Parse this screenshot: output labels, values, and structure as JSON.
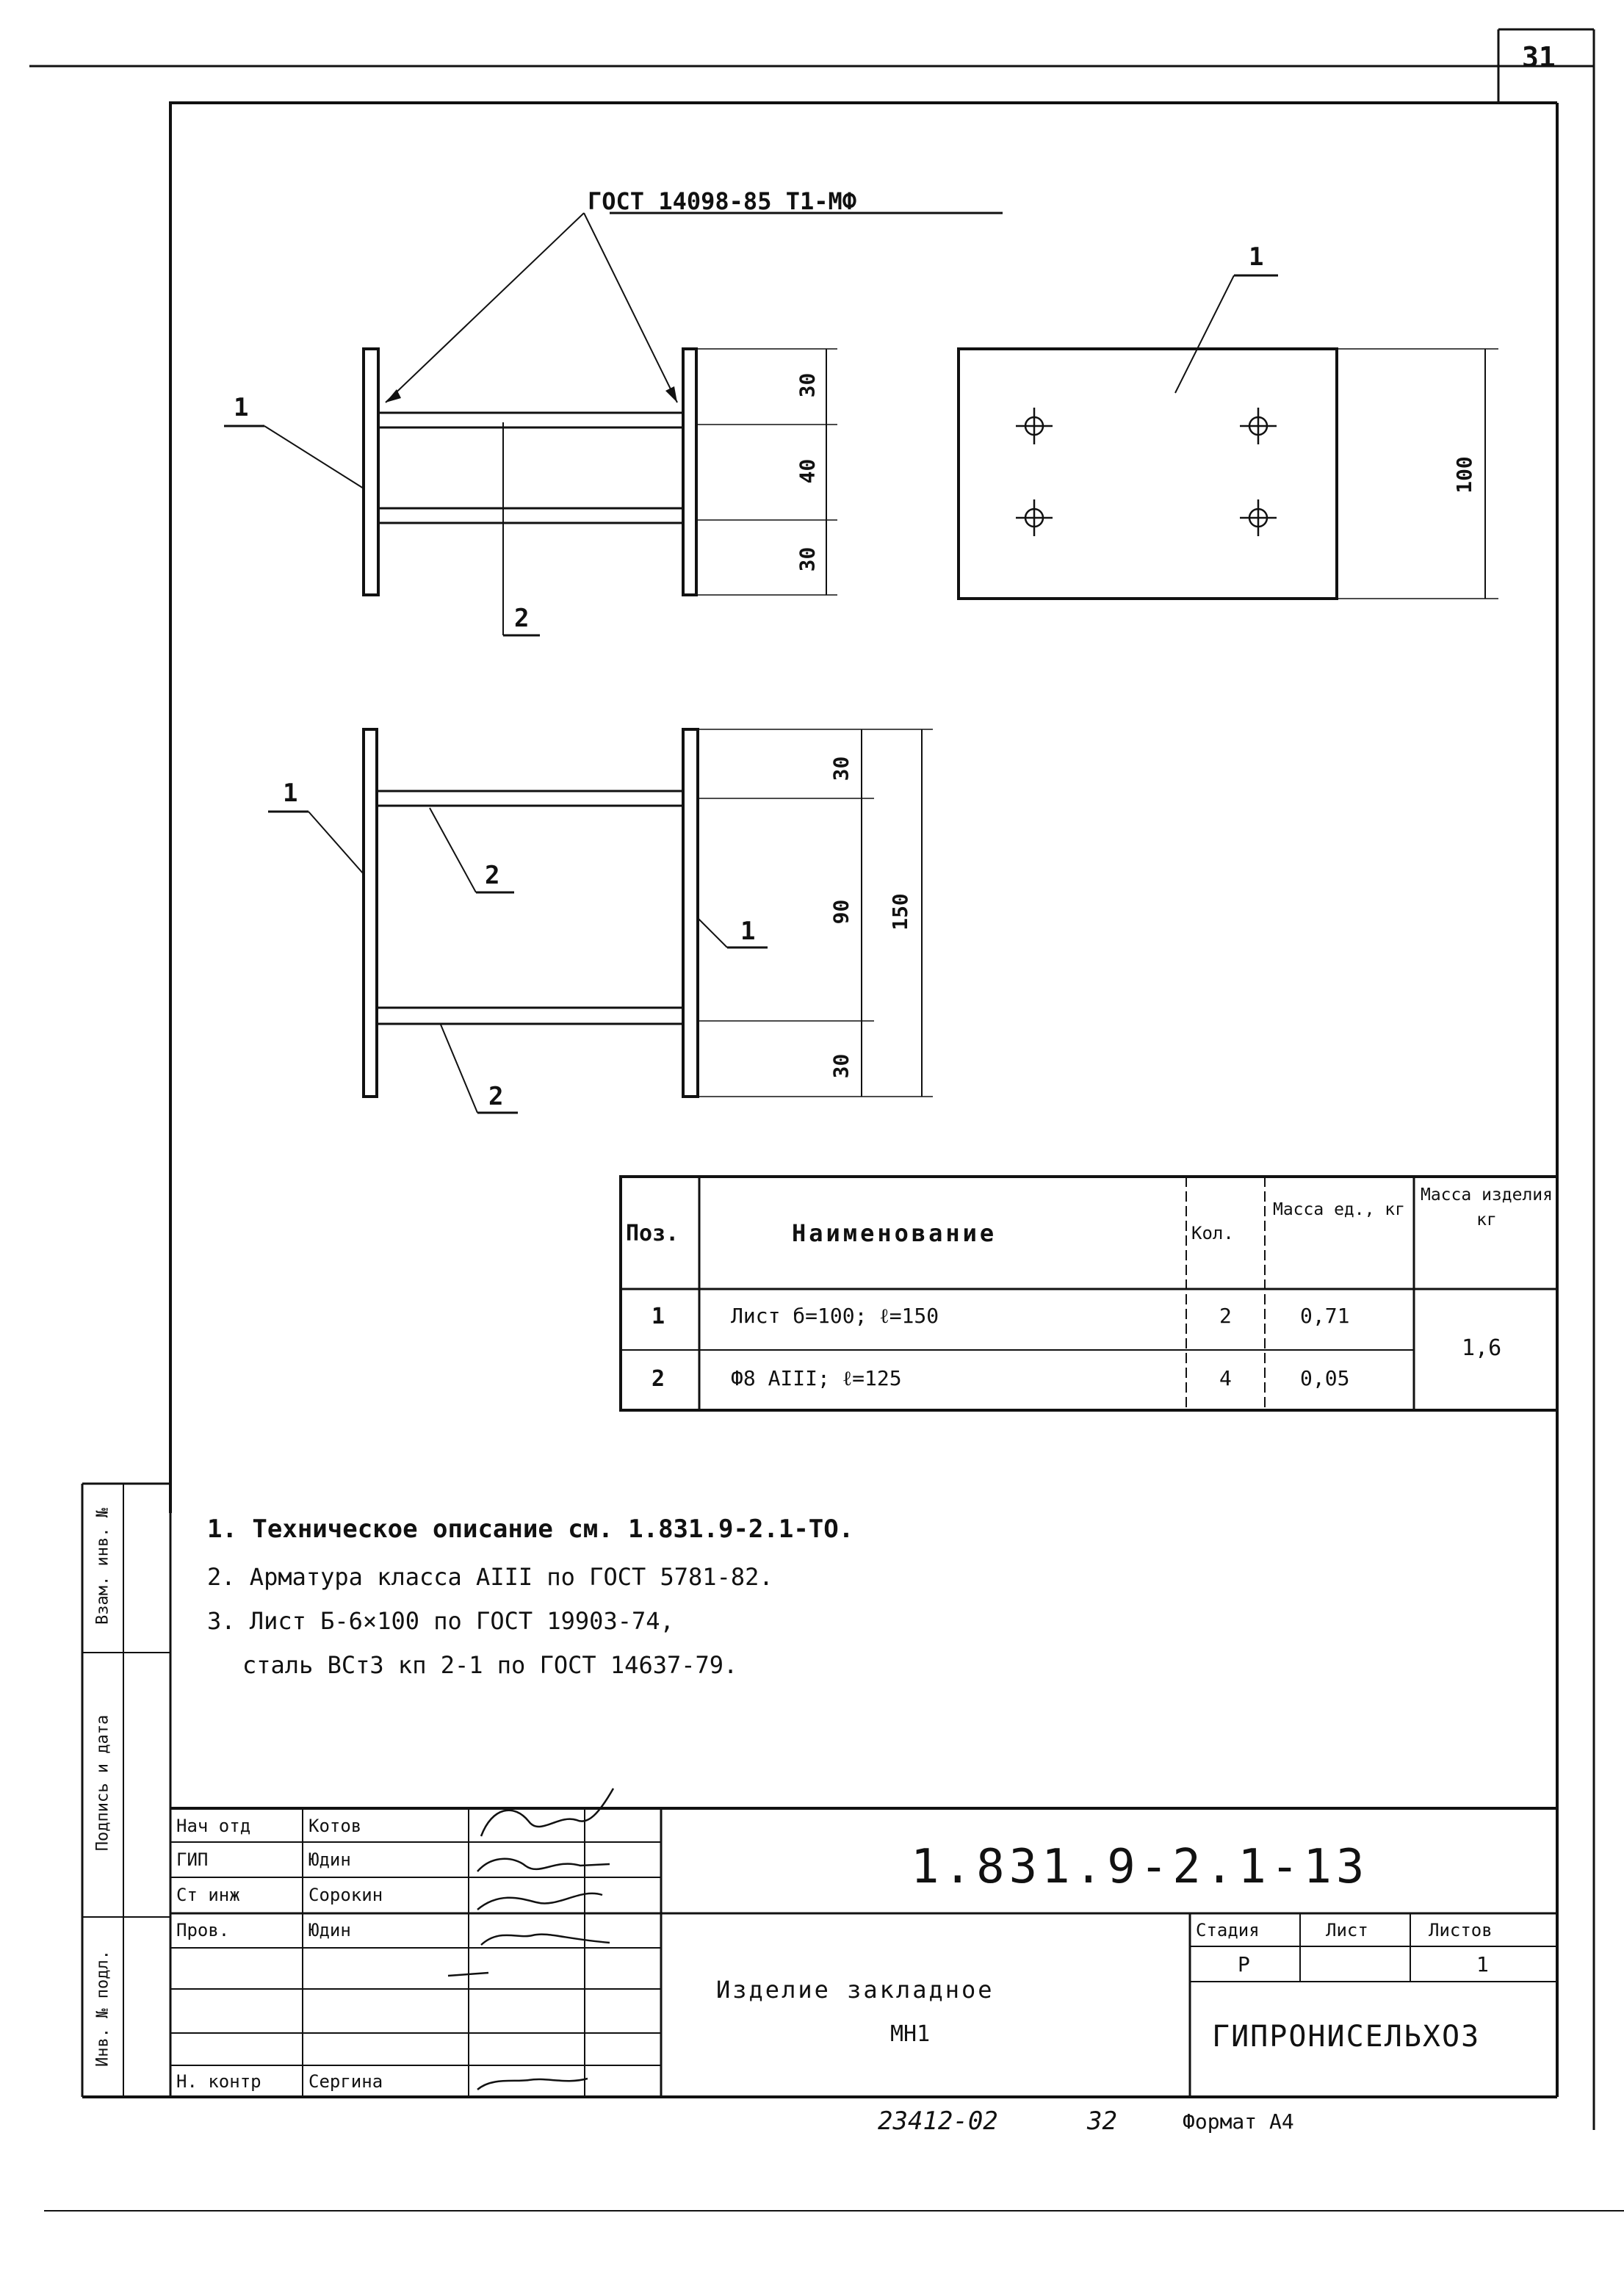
{
  "sheet_number": "31",
  "drawing": {
    "weld_note": "ГОСТ 14098-85  Т1-МФ",
    "callouts": {
      "top_left_1": "1",
      "top_left_2": "2",
      "plate_1": "1",
      "front_left_1": "1",
      "front_mid_2": "2",
      "front_right_1": "1",
      "front_bottom_2": "2"
    },
    "dims_top": [
      "30",
      "40",
      "30"
    ],
    "dim_plate": "100",
    "dims_front": [
      "30",
      "90",
      "30"
    ],
    "dim_front_total": "150"
  },
  "spec_table": {
    "headers": [
      "Поз.",
      "Наименование",
      "Кол.",
      "Масса ед., кг",
      "Масса изделия кг"
    ],
    "rows": [
      {
        "pos": "1",
        "name": "Лист  б=100;  ℓ=150",
        "qty": "2",
        "mass": "0,71"
      },
      {
        "pos": "2",
        "name": "Ф8  АIII;  ℓ=125",
        "qty": "4",
        "mass": "0,05"
      }
    ],
    "total_mass": "1,6"
  },
  "notes": [
    "1. Техническое  описание  см. 1.831.9-2.1-ТО.",
    "2. Арматура  класса  АIII  по  ГОСТ 5781-82.",
    "3. Лист  Б-6×100  по  ГОСТ 19903-74,",
    "сталь ВСт3 кп 2-1  по  ГОСТ 14637-79."
  ],
  "side_stamps": [
    "Взам. инв. №",
    "Подпись и дата",
    "Инв. № подл."
  ],
  "title_block": {
    "roles": [
      {
        "role": "Нач отд",
        "name": "Котов"
      },
      {
        "role": "ГИП",
        "name": "Юдин"
      },
      {
        "role": "Ст инж",
        "name": "Сорокин"
      },
      {
        "role": "Пров.",
        "name": "Юдин"
      },
      {
        "role": "",
        "name": ""
      },
      {
        "role": "",
        "name": ""
      },
      {
        "role": "",
        "name": ""
      },
      {
        "role": "Н. контр",
        "name": "Сергина"
      }
    ],
    "designation": "1.831.9-2.1-13",
    "item_title": "Изделие  закладное",
    "item_code": "МН1",
    "stage_label": "Стадия",
    "sheet_label": "Лист",
    "sheets_label": "Листов",
    "stage_value": "Р",
    "sheet_value": "",
    "sheets_value": "1",
    "organization": "ГИПРОНИСЕЛЬХОЗ"
  },
  "footer": {
    "archive_no": "23412-02",
    "page": "32",
    "format": "Формат А4"
  }
}
